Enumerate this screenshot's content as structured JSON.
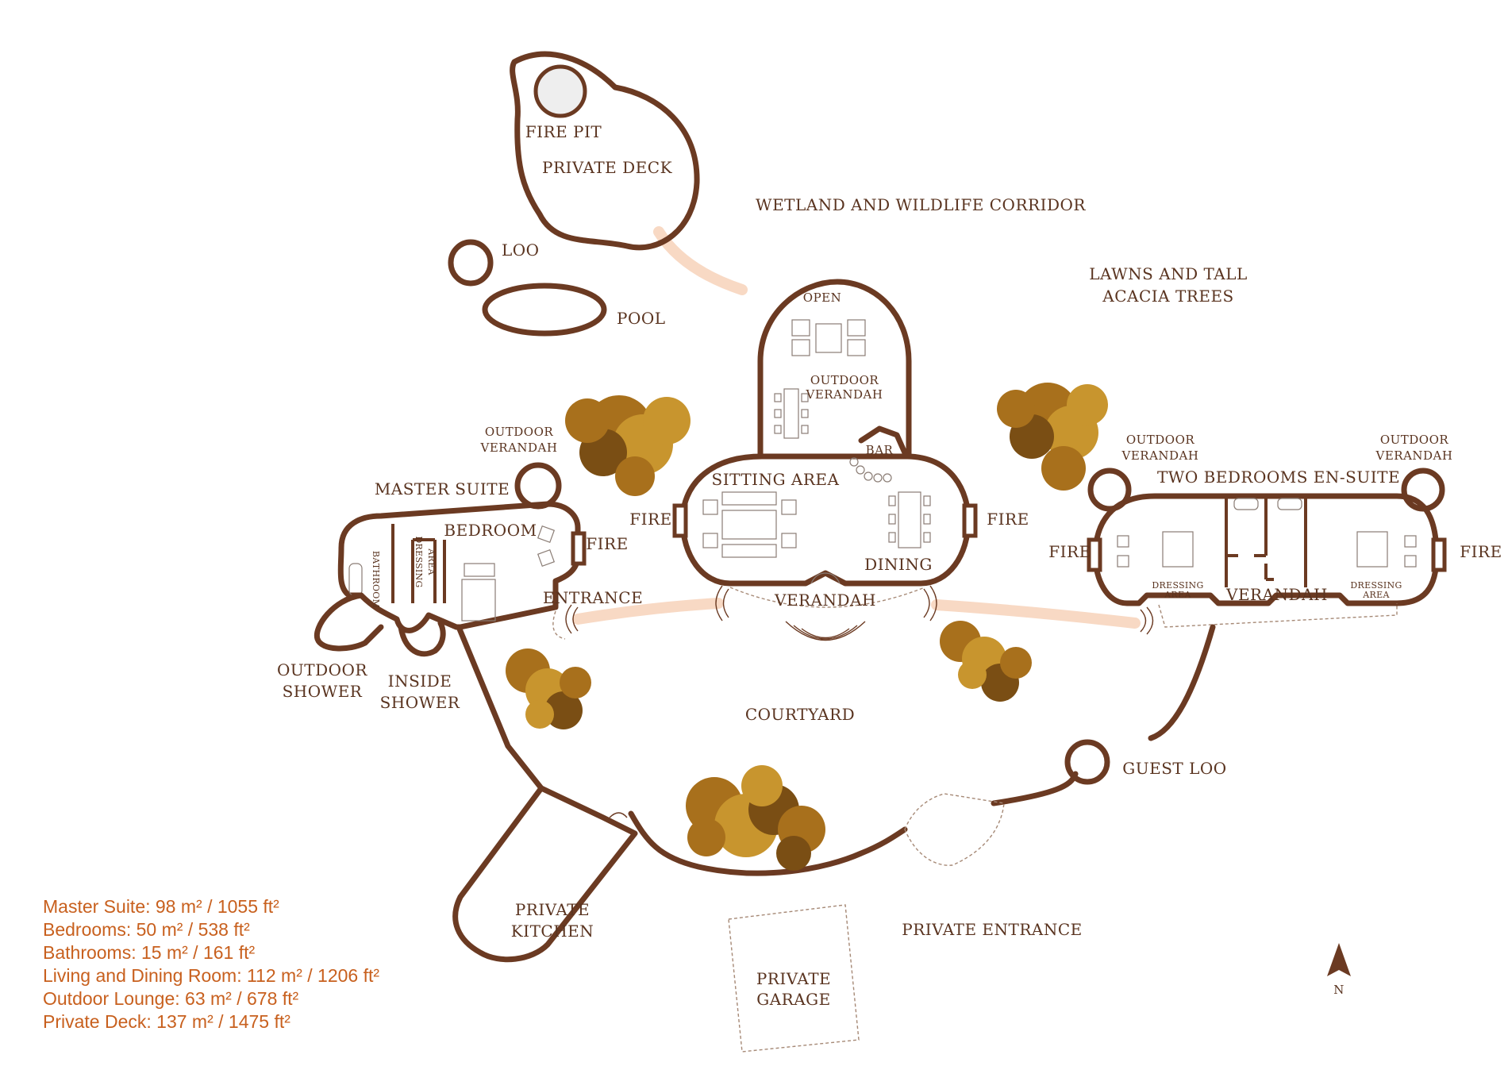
{
  "labels": {
    "fire_pit": "FIRE PIT",
    "private_deck": "PRIVATE DECK",
    "wetland": "WETLAND AND WILDLIFE CORRIDOR",
    "loo": "LOO",
    "pool": "POOL",
    "lawns_1": "LAWNS AND TALL",
    "lawns_2": "ACACIA TREES",
    "open": "OPEN",
    "outdoor_verandah_center_1": "OUTDOOR",
    "outdoor_verandah_center_2": "VERANDAH",
    "bar": "BAR",
    "sitting_area": "SITTING AREA",
    "dining": "DINING",
    "fire_living_left": "FIRE",
    "fire_living_right": "FIRE",
    "verandah_center": "VERANDAH",
    "outdoor_verandah_master_1": "OUTDOOR",
    "outdoor_verandah_master_2": "VERANDAH",
    "master_suite": "MASTER SUITE",
    "bedroom": "BEDROOM",
    "fire_master": "FIRE",
    "bathroom": "BATHROOM",
    "dressing_area_master_1": "DRESSING",
    "dressing_area_master_2": "AREA",
    "entrance": "ENTRANCE",
    "outdoor_shower_1": "OUTDOOR",
    "outdoor_shower_2": "SHOWER",
    "inside_shower_1": "INSIDE",
    "inside_shower_2": "SHOWER",
    "outdoor_verandah_guest_left_1": "OUTDOOR",
    "outdoor_verandah_guest_left_2": "VERANDAH",
    "outdoor_verandah_guest_right_1": "OUTDOOR",
    "outdoor_verandah_guest_right_2": "VERANDAH",
    "two_bedrooms": "TWO BEDROOMS EN-SUITE",
    "fire_guest_left": "FIRE",
    "fire_guest_right": "FIRE",
    "dressing_area_guest_left_1": "DRESSING",
    "dressing_area_guest_left_2": "AREA",
    "dressing_area_guest_right_1": "DRESSING",
    "dressing_area_guest_right_2": "AREA",
    "verandah_guest": "VERANDAH",
    "courtyard": "COURTYARD",
    "guest_loo": "GUEST LOO",
    "private_entrance": "PRIVATE ENTRANCE",
    "private_kitchen_1": "PRIVATE",
    "private_kitchen_2": "KITCHEN",
    "private_garage_1": "PRIVATE",
    "private_garage_2": "GARAGE",
    "north": "N"
  },
  "stats": [
    "Master Suite: 98 m² / 1055 ft²",
    "Bedrooms: 50 m² / 538 ft²",
    "Bathrooms: 15 m² / 161 ft²",
    "Living and Dining Room: 112 m² / 1206 ft²",
    "Outdoor Lounge: 63 m² / 678 ft²",
    "Private Deck: 137 m² / 1475 ft²"
  ],
  "colors": {
    "wall": "#6b3a22",
    "label": "#5a3420",
    "stats_text": "#c8601e",
    "path": "#f8d9c4",
    "tree": "#a8701c"
  }
}
